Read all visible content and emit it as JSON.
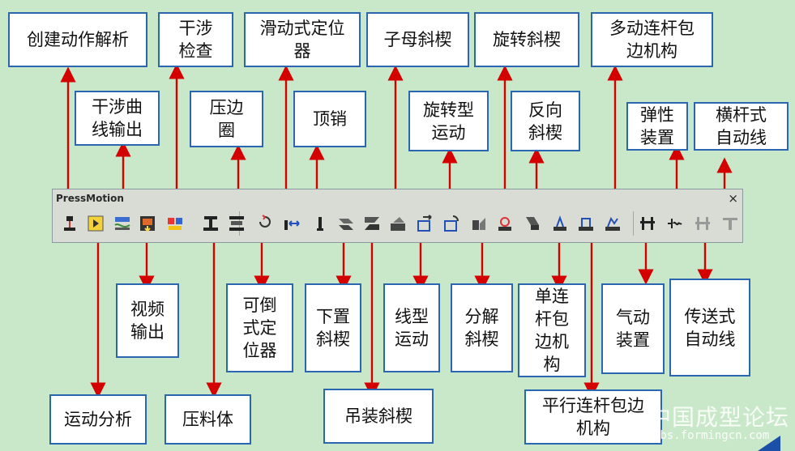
{
  "toolbar": {
    "title": "PressMotion",
    "close_label": "×"
  },
  "labels": {
    "create_motion": "创建动作解析",
    "interference_check": "干涉\n检查",
    "slide_positioner": "滑动式定位\n器",
    "child_wedge": "子母斜楔",
    "rotary_wedge": "旋转斜楔",
    "multi_link_hemming": "多动连杆包\n边机构",
    "interference_curve": "干涉曲\n线输出",
    "blankholder": "压边\n圈",
    "top_pin": "顶销",
    "rotary_motion": "旋转型\n运动",
    "reverse_wedge": "反向\n斜楔",
    "elastic_device": "弹性\n装置",
    "crossbar_line": "横杆式\n自动线",
    "video_output": "视频\n输出",
    "flip_positioner": "可倒\n式定\n位器",
    "lower_wedge": "下置\n斜楔",
    "linear_motion": "线型\n运动",
    "split_wedge": "分解\n斜楔",
    "single_link_hemming": "单连\n杆包\n边机\n构",
    "pneumatic_device": "气动\n装置",
    "conveyor_line": "传送式\n自动线",
    "motion_analysis": "运动分析",
    "binder": "压料体",
    "hanging_wedge": "吊装斜楔",
    "parallel_link_hemming": "平行连杆包边\n机构"
  },
  "watermark": {
    "site_cn": "中国成型论坛",
    "url": "bbs.formingcn.com"
  },
  "colors": {
    "background": "#c9e8c9",
    "box_border": "#2b66b0",
    "arrow": "#d40000",
    "toolbar": "#d8dcd4"
  },
  "icons": [
    "create-motion-icon",
    "motion-analysis-icon",
    "interference-check-icon",
    "video-output-icon",
    "interference-curve-icon",
    "binder-icon",
    "blankholder-icon",
    "flip-positioner-icon",
    "slide-positioner-icon",
    "top-pin-icon",
    "lower-wedge-icon",
    "hanging-wedge-icon",
    "child-wedge-icon",
    "linear-motion-icon",
    "rotary-motion-icon",
    "split-wedge-icon",
    "rotary-wedge-icon",
    "reverse-wedge-icon",
    "single-link-hemming-icon",
    "parallel-link-hemming-icon",
    "multi-link-hemming-icon",
    "pneumatic-device-icon",
    "elastic-device-icon",
    "conveyor-line-icon",
    "crossbar-line-icon"
  ]
}
